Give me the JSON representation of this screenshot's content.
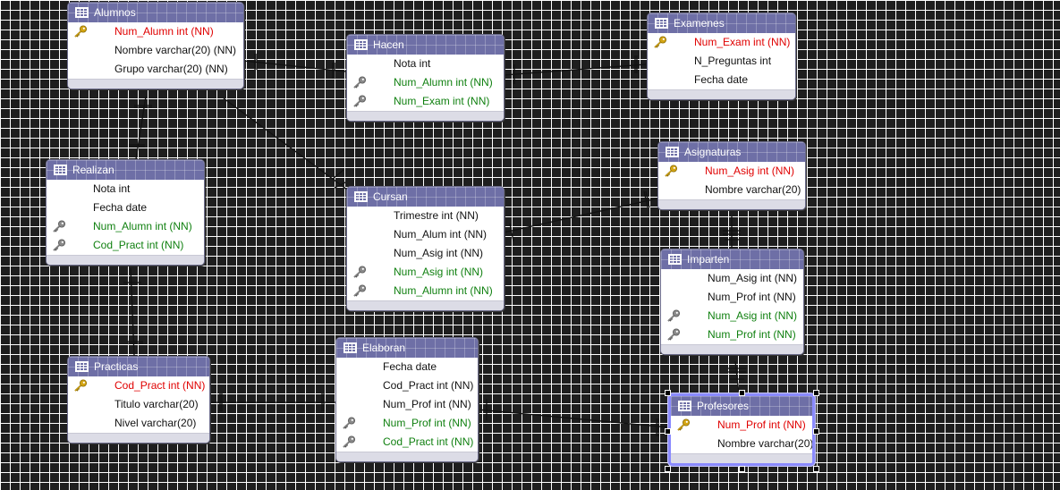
{
  "entities": {
    "alumnos": {
      "title": "Alumnos",
      "rows": [
        {
          "text": "Num_Alumn  int (NN)",
          "kind": "pk"
        },
        {
          "text": "Nombre  varchar(20) (NN)",
          "kind": "plain"
        },
        {
          "text": "Grupo varchar(20) (NN)",
          "kind": "plain"
        }
      ]
    },
    "hacen": {
      "title": "Hacen",
      "rows": [
        {
          "text": "Nota int",
          "kind": "plain"
        },
        {
          "text": "Num_Alumn  int (NN)",
          "kind": "fk"
        },
        {
          "text": "Num_Exam int (NN)",
          "kind": "fk"
        }
      ]
    },
    "examenes": {
      "title": "Examenes",
      "rows": [
        {
          "text": "Num_Exam int (NN)",
          "kind": "pk"
        },
        {
          "text": "N_Preguntas int",
          "kind": "plain"
        },
        {
          "text": "Fecha date",
          "kind": "plain"
        }
      ]
    },
    "realizan": {
      "title": "Realizan",
      "rows": [
        {
          "text": "Nota int",
          "kind": "plain"
        },
        {
          "text": "Fecha date",
          "kind": "plain"
        },
        {
          "text": "Num_Alumn  int (NN)",
          "kind": "fk"
        },
        {
          "text": "Cod_Pract int (NN)",
          "kind": "fk"
        }
      ]
    },
    "cursan": {
      "title": "Cursan",
      "rows": [
        {
          "text": "Trimestre int (NN)",
          "kind": "plain"
        },
        {
          "text": "Num_Alum int (NN)",
          "kind": "plain"
        },
        {
          "text": "Num_Asig int (NN)",
          "kind": "plain"
        },
        {
          "text": "Num_Asig int (NN)",
          "kind": "fk"
        },
        {
          "text": "Num_Alumn  int (NN)",
          "kind": "fk"
        }
      ]
    },
    "asignaturas": {
      "title": "Asignaturas",
      "rows": [
        {
          "text": "Num_Asig int (NN)",
          "kind": "pk"
        },
        {
          "text": "Nombre varchar(20)",
          "kind": "plain"
        }
      ]
    },
    "imparten": {
      "title": "Imparten",
      "rows": [
        {
          "text": "Num_Asig int (NN)",
          "kind": "plain"
        },
        {
          "text": "Num_Prof int (NN)",
          "kind": "plain"
        },
        {
          "text": "Num_Asig int (NN)",
          "kind": "fk"
        },
        {
          "text": "Num_Prof int (NN)",
          "kind": "fk"
        }
      ]
    },
    "practicas": {
      "title": "Practicas",
      "rows": [
        {
          "text": "Cod_Pract int (NN)",
          "kind": "pk"
        },
        {
          "text": "Titulo varchar(20)",
          "kind": "plain"
        },
        {
          "text": "Nivel varchar(20)",
          "kind": "plain"
        }
      ]
    },
    "elaboran": {
      "title": "Elaboran",
      "rows": [
        {
          "text": "Fecha date",
          "kind": "plain"
        },
        {
          "text": "Cod_Pract int (NN)",
          "kind": "plain"
        },
        {
          "text": "Num_Prof int (NN)",
          "kind": "plain"
        },
        {
          "text": "Num_Prof int (NN)",
          "kind": "fk"
        },
        {
          "text": "Cod_Pract int (NN)",
          "kind": "fk"
        }
      ]
    },
    "profesores": {
      "title": "Profesores",
      "rows": [
        {
          "text": "Num_Prof int (NN)",
          "kind": "pk"
        },
        {
          "text": "Nombre varchar(20)",
          "kind": "plain"
        }
      ]
    }
  },
  "colors": {
    "header": "#6e6fa6",
    "primary_key": "#e00000",
    "foreign_key": "#108010",
    "selection": "#8a8aff"
  },
  "icons": {
    "primary_key": "gold-key-icon",
    "foreign_key": "gray-key-icon",
    "table": "table-icon"
  }
}
